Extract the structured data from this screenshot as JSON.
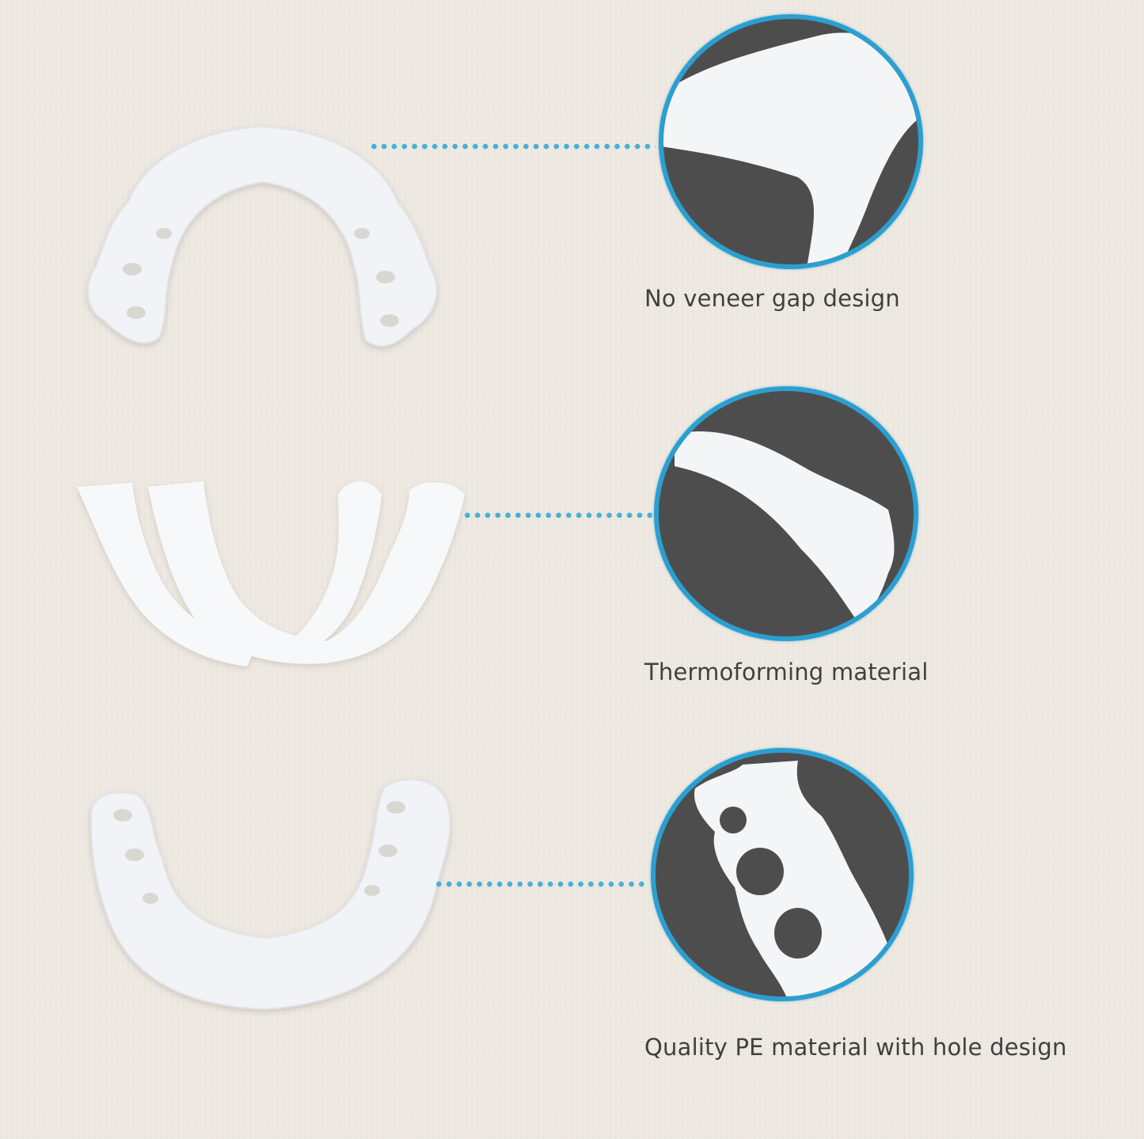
{
  "features": [
    {
      "id": "veneer-gap",
      "label": "No veneer gap design",
      "product_illustration": "upper-veneer-arch",
      "detail_illustration": "veneer-edge-closeup"
    },
    {
      "id": "thermoforming",
      "label": "Thermoforming material",
      "product_illustration": "thermoforming-beads",
      "detail_illustration": "material-strand-closeup"
    },
    {
      "id": "pe-hole",
      "label": "Quality PE material with hole design",
      "product_illustration": "lower-veneer-arch",
      "detail_illustration": "hole-design-closeup"
    }
  ],
  "colors": {
    "background": "#ede8e0",
    "circle_fill": "#4e4d4d",
    "circle_border": "#2b9fd0",
    "connector_dots": "#47b0d6",
    "label_text": "#404040",
    "product_white": "#f7f8fa"
  }
}
